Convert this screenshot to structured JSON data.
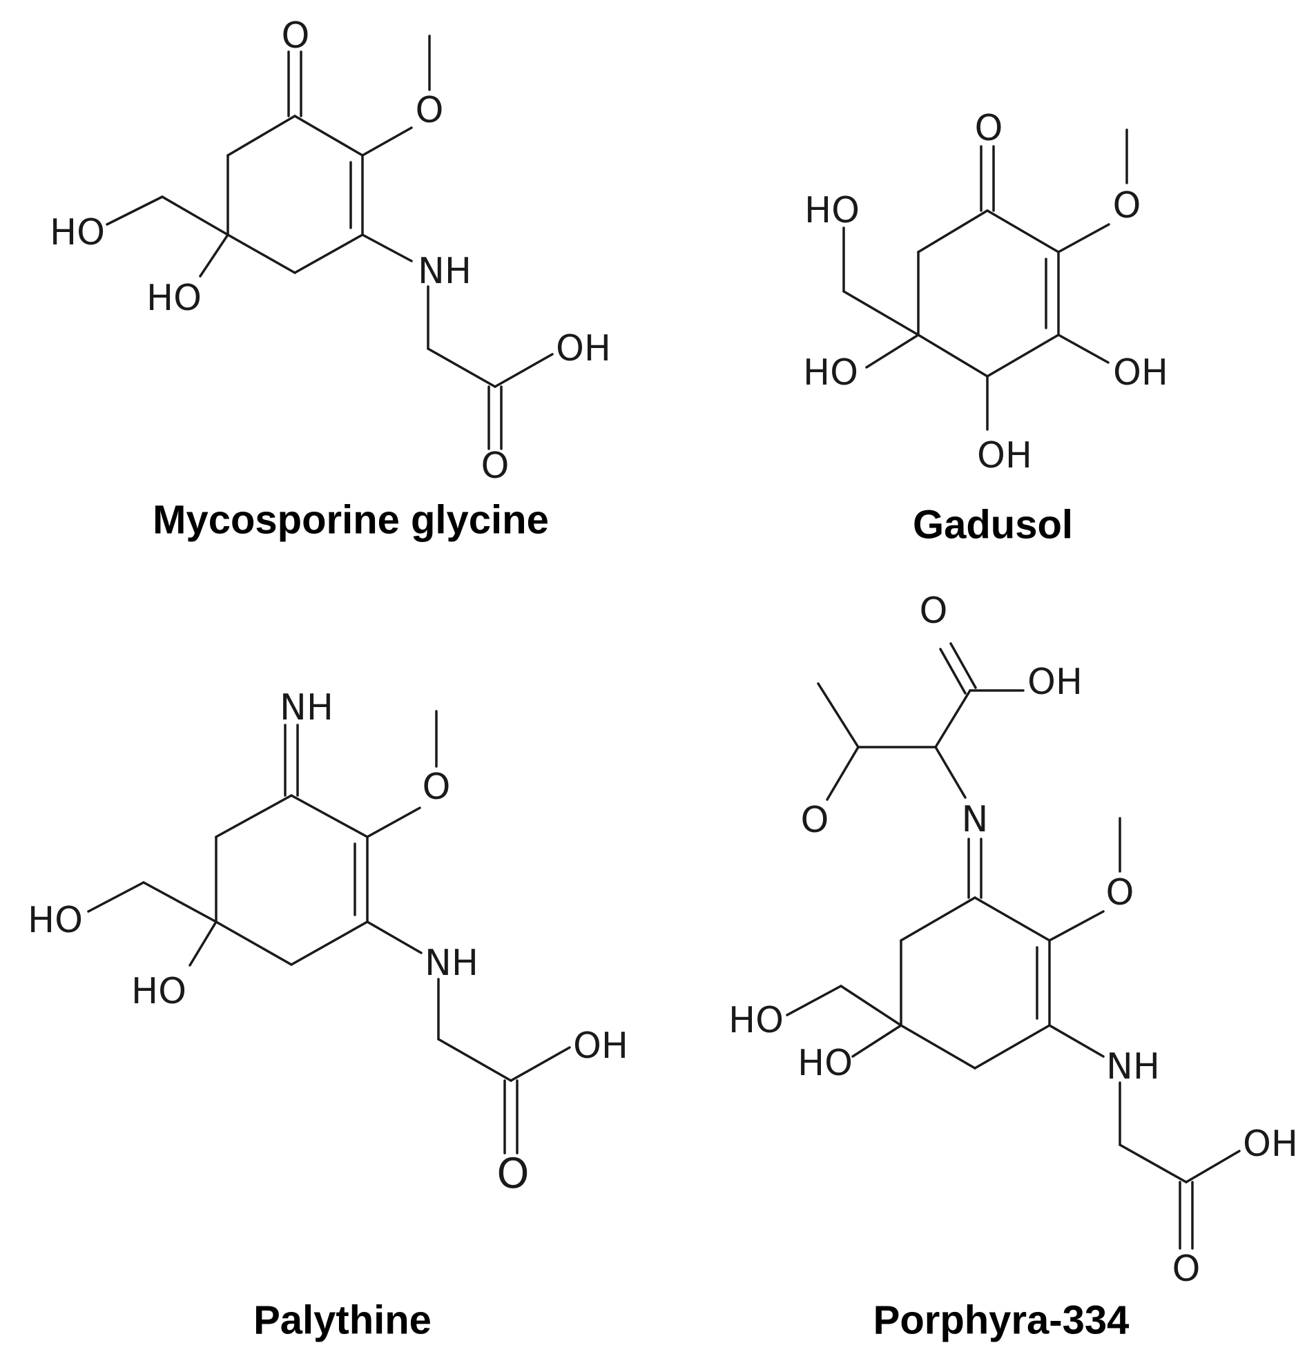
{
  "labels": {
    "o": "O",
    "oh": "OH",
    "ho": "HO",
    "nh": "NH",
    "n": "N"
  },
  "molecules": [
    {
      "id": "mycosporine-glycine",
      "name": "Mycosporine glycine"
    },
    {
      "id": "gadusol",
      "name": "Gadusol"
    },
    {
      "id": "palythine",
      "name": "Palythine"
    },
    {
      "id": "porphyra-334",
      "name": "Porphyra-334"
    }
  ]
}
